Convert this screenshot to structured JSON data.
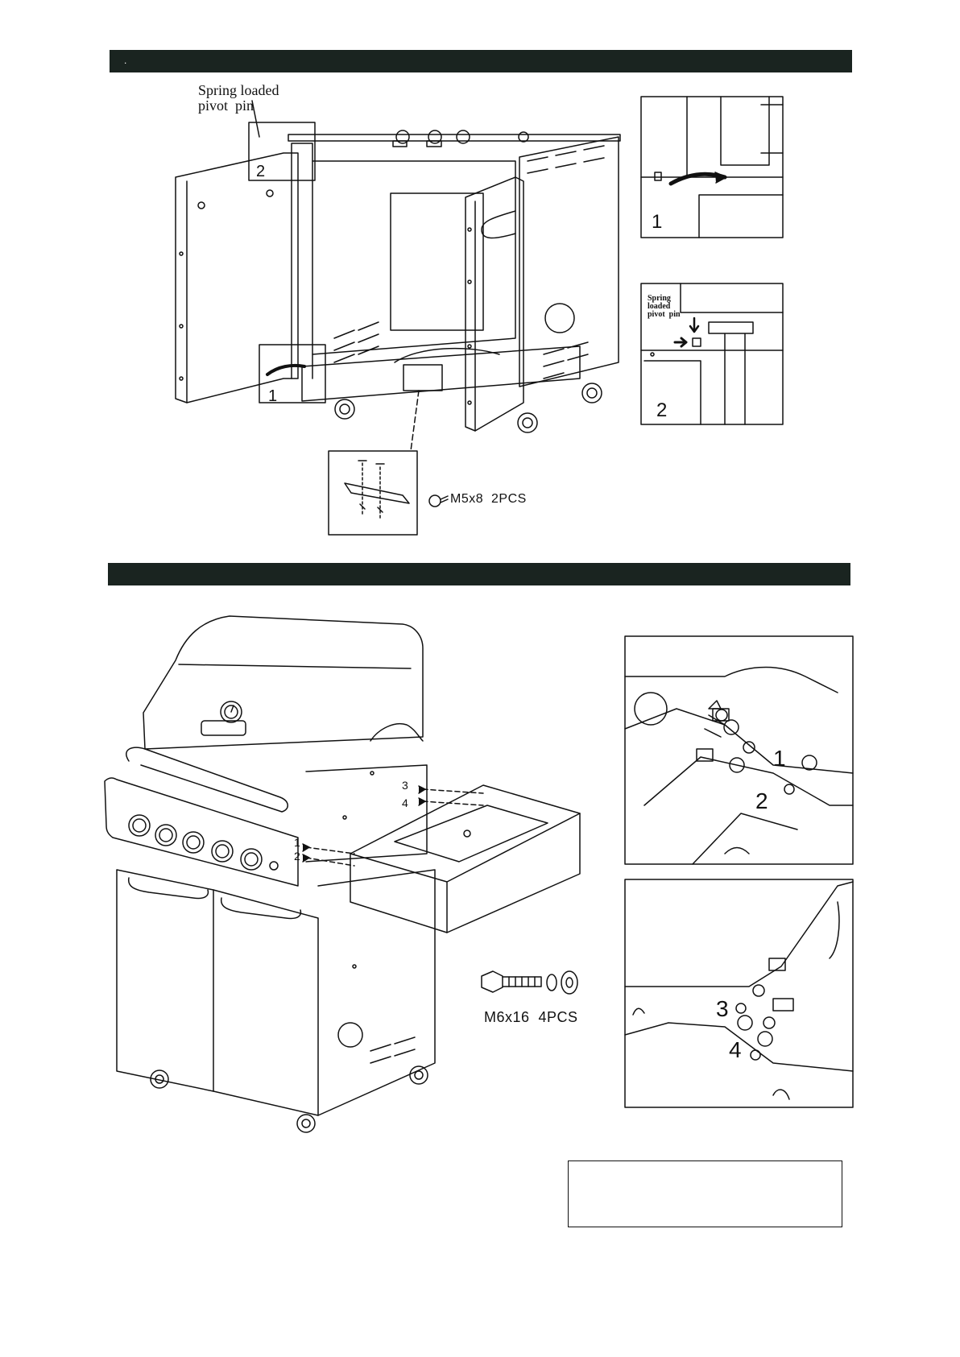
{
  "section1": {
    "header_text": ".",
    "main_labels": {
      "spring_pin": "Spring loaded\npivot  pin",
      "callout_1": "1",
      "callout_2": "2"
    },
    "detail_1": {
      "number": "1"
    },
    "detail_2": {
      "number": "2",
      "spring_pin": "Spring\nloaded\npivot  pin"
    },
    "hardware": {
      "label": "M5x8  2PCS"
    }
  },
  "section2": {
    "header_text": "",
    "main_labels": {
      "hole_1": "1",
      "hole_2": "2",
      "hole_3": "3",
      "hole_4": "4"
    },
    "detail_top": {
      "n1": "1",
      "n2": "2"
    },
    "detail_bottom": {
      "n3": "3",
      "n4": "4"
    },
    "hardware": {
      "label": "M6x16  4PCS"
    },
    "note_box": ""
  },
  "colors": {
    "header_bar": "#1a2420",
    "line": "#111111"
  }
}
